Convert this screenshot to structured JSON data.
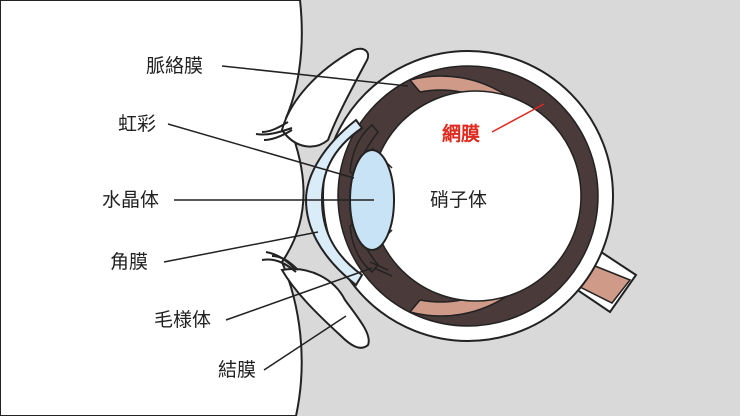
{
  "labels": {
    "choroid": "脈絡膜",
    "iris": "虹彩",
    "lens": "水晶体",
    "cornea": "角膜",
    "ciliary_body": "毛様体",
    "conjunctiva": "結膜",
    "retina": "網膜",
    "vitreous": "硝子体"
  },
  "colors": {
    "background": "#d9d9d9",
    "face": "#ffffff",
    "outline": "#222222",
    "choroid": "#4a3a3a",
    "retina": "#cf9a88",
    "cornea": "#d9ecf7",
    "lens": "#c7e3f5",
    "highlight": "#e02a1f"
  }
}
